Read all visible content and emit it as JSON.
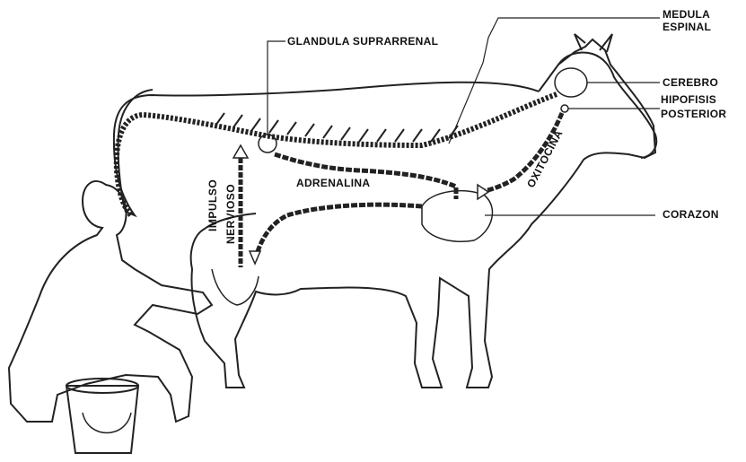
{
  "labels": {
    "medula": "MEDULA",
    "espinal": "ESPINAL",
    "glandula": "GLANDULA SUPRARRENAL",
    "cerebro": "CEREBRO",
    "hipofisis": "HIPOFISIS",
    "posterior": "POSTERIOR",
    "adrenalina": "ADRENALINA",
    "oxitocina": "OXITOCINA",
    "corazon": "CORAZON",
    "impulso": "IMPULSO",
    "nervioso": "NERVIOSO"
  }
}
